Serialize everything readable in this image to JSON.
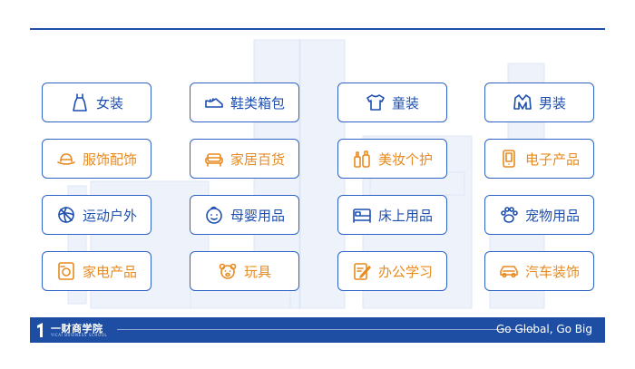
{
  "categories": [
    {
      "label": "女装",
      "icon": "dress-icon",
      "color": "blue"
    },
    {
      "label": "鞋类箱包",
      "icon": "shoe-icon",
      "color": "blue"
    },
    {
      "label": "童装",
      "icon": "kids-shirt-icon",
      "color": "blue"
    },
    {
      "label": "男装",
      "icon": "jacket-icon",
      "color": "blue"
    },
    {
      "label": "服饰配饰",
      "icon": "hat-icon",
      "color": "orange"
    },
    {
      "label": "家居百货",
      "icon": "sofa-icon",
      "color": "orange"
    },
    {
      "label": "美妆个护",
      "icon": "cosmetics-icon",
      "color": "orange"
    },
    {
      "label": "电子产品",
      "icon": "tablet-icon",
      "color": "orange"
    },
    {
      "label": "运动户外",
      "icon": "ball-icon",
      "color": "blue"
    },
    {
      "label": "母婴用品",
      "icon": "baby-icon",
      "color": "blue"
    },
    {
      "label": "床上用品",
      "icon": "bed-icon",
      "color": "blue"
    },
    {
      "label": "宠物用品",
      "icon": "paw-icon",
      "color": "blue"
    },
    {
      "label": "家电产品",
      "icon": "washing-machine-icon",
      "color": "orange"
    },
    {
      "label": "玩具",
      "icon": "bear-icon",
      "color": "orange"
    },
    {
      "label": "办公学习",
      "icon": "notebook-pen-icon",
      "color": "orange"
    },
    {
      "label": "汽车装饰",
      "icon": "car-icon",
      "color": "orange"
    }
  ],
  "footer": {
    "brand": "一财商学院",
    "brand_sub": "YICAI BUSINESS SCHOOL",
    "slogan": "Go Global, Go Big"
  },
  "colors": {
    "blue": "#1d4fb0",
    "orange": "#e88a1f",
    "border": "#2f63c5",
    "footer_bg": "#1e4ea3"
  }
}
